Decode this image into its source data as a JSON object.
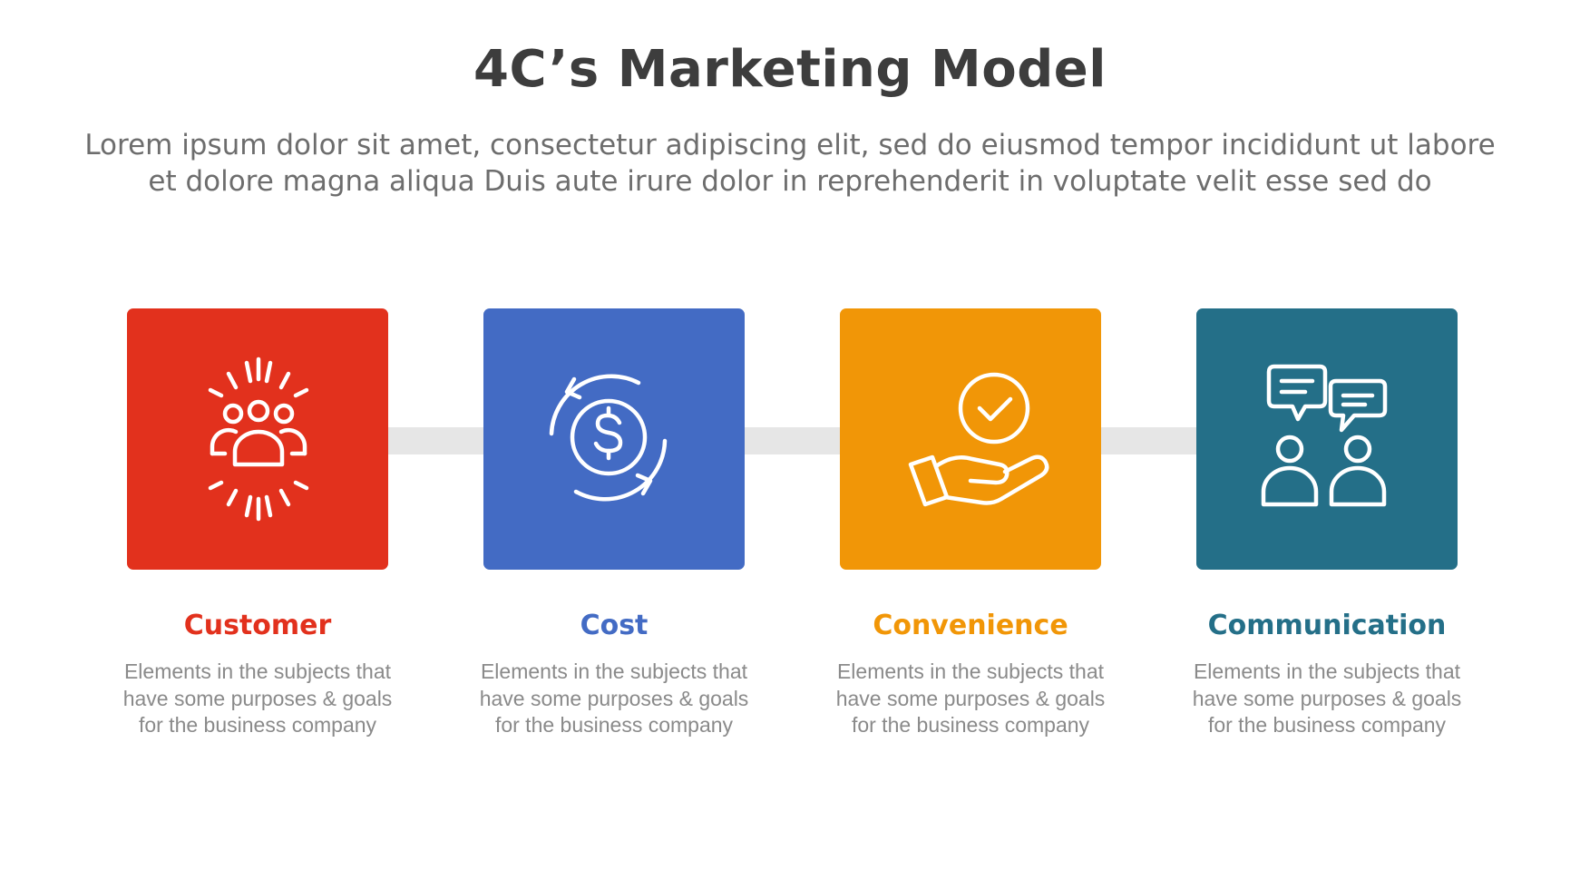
{
  "title": "4C’s Marketing Model",
  "subtitle_lines": [
    "Lorem ipsum dolor sit amet, consectetur adipiscing elit, sed do eiusmod tempor incididunt ut labore",
    "et dolore magna aliqua Duis aute irure dolor in reprehenderit in voluptate velit esse sed do"
  ],
  "items": [
    {
      "label": "Customer",
      "description": "Elements in the subjects that\nhave  some purposes & goals\nfor the  business company",
      "color": "#e2311d",
      "icon": "customer-group-icon"
    },
    {
      "label": "Cost",
      "description": "Elements in the subjects that\nhave  some purposes & goals\nfor the  business company",
      "color": "#436bc4",
      "icon": "dollar-cycle-icon"
    },
    {
      "label": "Convenience",
      "description": "Elements in the subjects that\nhave  some purposes & goals\nfor the  business company",
      "color": "#f19607",
      "icon": "hand-check-icon"
    },
    {
      "label": "Communication",
      "description": "Elements in the subjects that\nhave  some purposes & goals\nfor the  business company",
      "color": "#246f88",
      "icon": "chat-people-icon"
    }
  ],
  "connector_color": "#e6e6e6"
}
